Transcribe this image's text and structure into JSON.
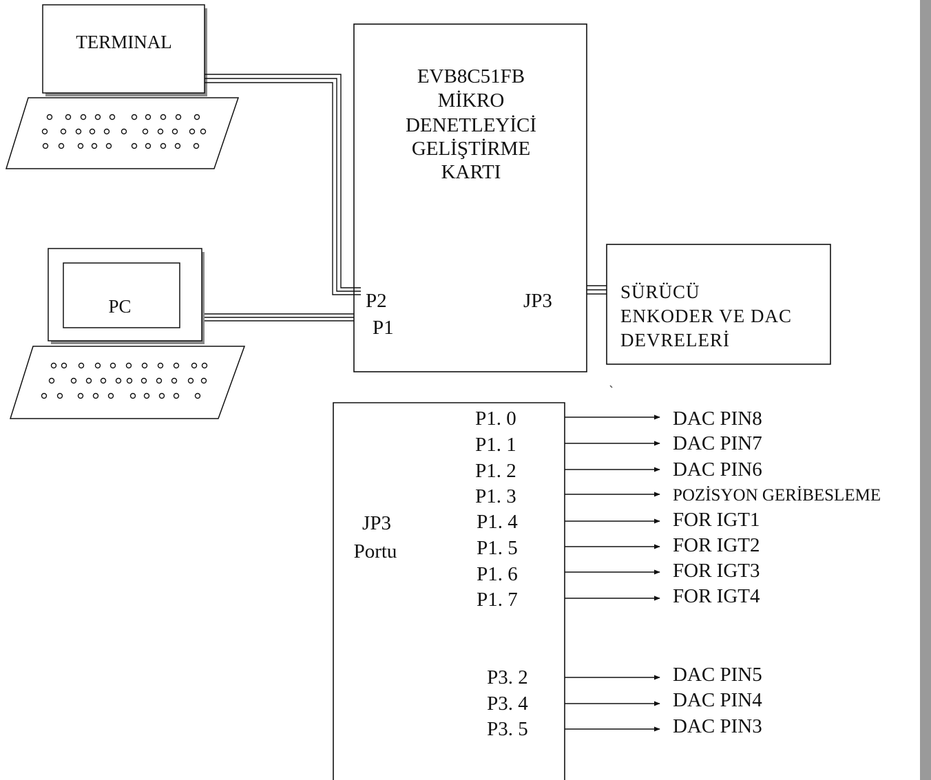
{
  "terminal": {
    "label": "TERMINAL"
  },
  "pc": {
    "label": "PC"
  },
  "board": {
    "title_lines": [
      "EVB8C51FB",
      "MİKRO",
      "DENETLEYİCİ",
      "GELİŞTİRME",
      "KARTI"
    ],
    "port_p2": "P2",
    "port_p1": "P1",
    "port_jp3": "JP3"
  },
  "driver": {
    "lines": [
      "SÜRÜCÜ",
      "ENKODER VE DAC",
      "DEVRELERİ"
    ]
  },
  "jp3_port": {
    "title_lines": [
      "JP3",
      "Portu"
    ],
    "pins": [
      {
        "pin": "P1. 0",
        "target": "DAC PIN8"
      },
      {
        "pin": "P1. 1",
        "target": "DAC PIN7"
      },
      {
        "pin": "P1. 2",
        "target": "DAC PIN6"
      },
      {
        "pin": "P1. 3",
        "target": "POZİSYON GERİBESLEME"
      },
      {
        "pin": "P1. 4",
        "target": "FOR IGT1"
      },
      {
        "pin": "P1. 5",
        "target": "FOR IGT2"
      },
      {
        "pin": "P1. 6",
        "target": "FOR IGT3"
      },
      {
        "pin": "P1. 7",
        "target": "FOR IGT4"
      },
      {
        "pin": "P3. 2",
        "target": "DAC PIN5"
      },
      {
        "pin": "P3. 4",
        "target": "DAC PIN4"
      },
      {
        "pin": "P3. 5",
        "target": "DAC PIN3"
      }
    ]
  }
}
